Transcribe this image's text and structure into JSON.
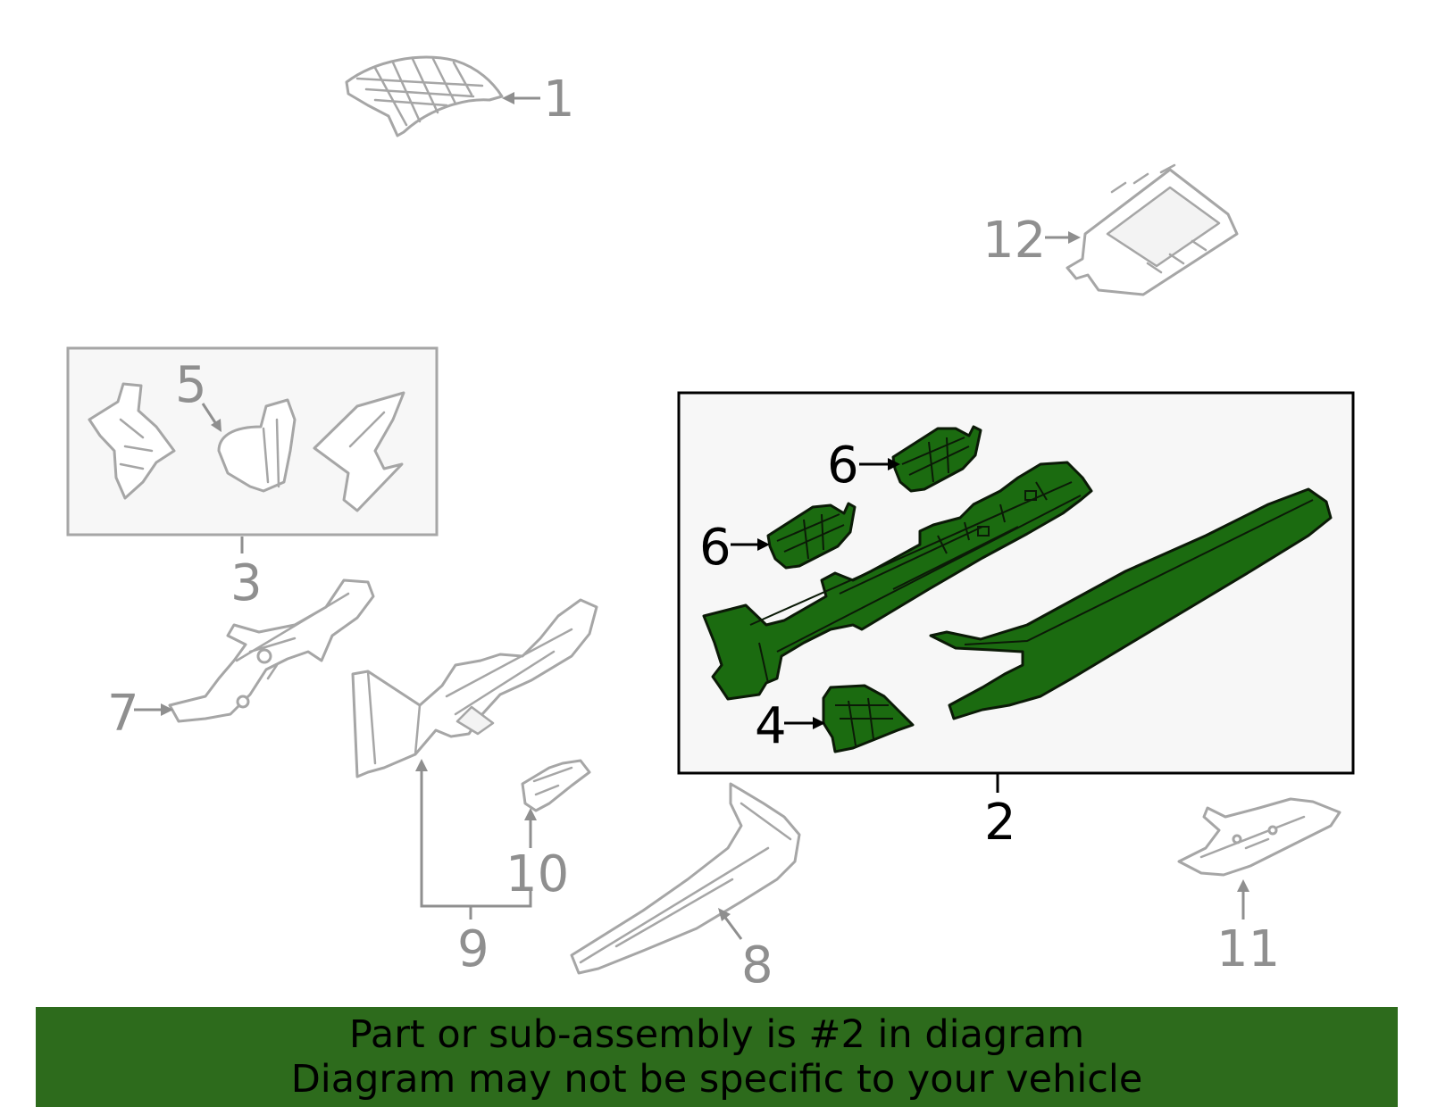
{
  "diagram": {
    "callouts": {
      "c1": "1",
      "c2": "2",
      "c3": "3",
      "c4": "4",
      "c5": "5",
      "c6a": "6",
      "c6b": "6",
      "c7": "7",
      "c8": "8",
      "c9": "9",
      "c10": "10",
      "c11": "11",
      "c12": "12"
    },
    "highlighted_part": "2",
    "colors": {
      "highlight": "#1b6b10",
      "outline_gray": "#a6a6a6",
      "banner": "#2d6b1c"
    }
  },
  "banner": {
    "line1": "Part or sub-assembly is #2 in diagram",
    "line2": "Diagram may not be specific to your vehicle"
  }
}
